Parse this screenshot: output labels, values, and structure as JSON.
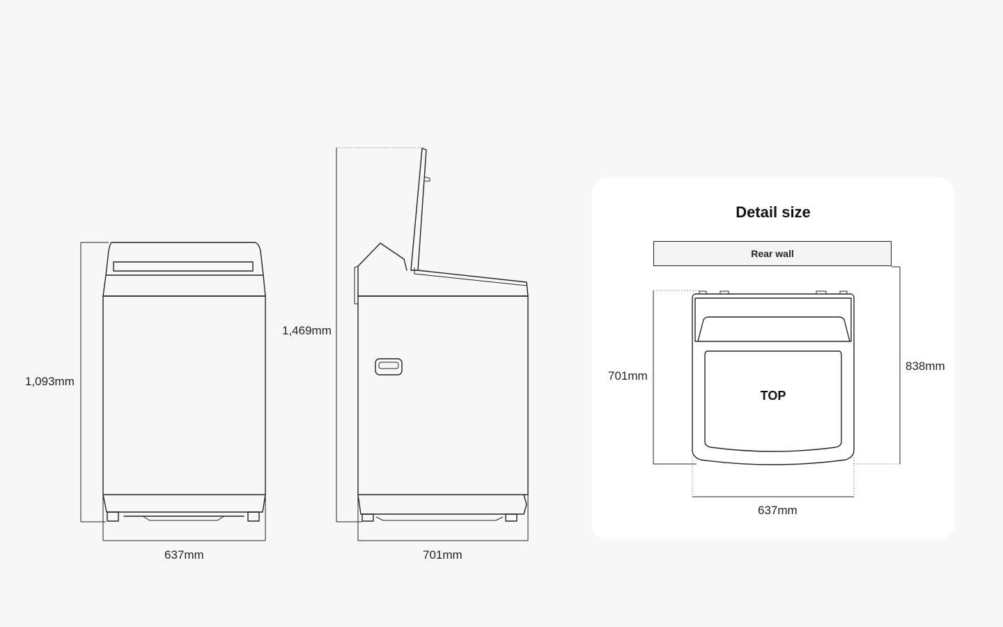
{
  "front_view": {
    "height_label": "1,093mm",
    "width_label": "637mm"
  },
  "side_view": {
    "height_label": "1,469mm",
    "depth_label": "701mm"
  },
  "detail_panel": {
    "title": "Detail size",
    "rear_wall_label": "Rear wall",
    "top_label": "TOP",
    "left_depth_label": "701mm",
    "right_depth_label": "838mm",
    "width_label": "637mm"
  },
  "colors": {
    "background": "#f7f7f7",
    "panel": "#ffffff",
    "line": "#222222"
  }
}
